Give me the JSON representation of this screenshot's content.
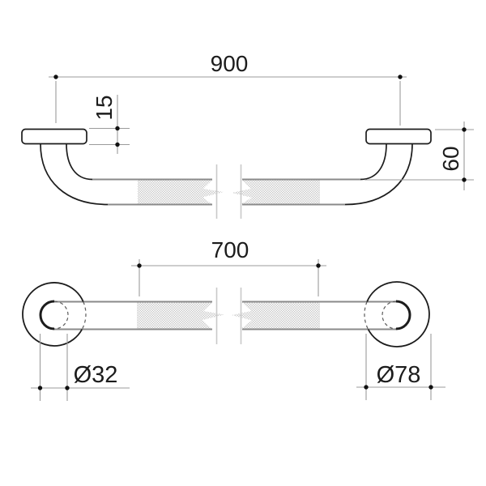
{
  "dims": {
    "overall_length": "900",
    "flange_thickness": "15",
    "wall_offset": "60",
    "grip_length": "700",
    "rail_diameter": "Ø32",
    "flange_diameter": "Ø78"
  },
  "colors": {
    "object_line": "#1c1c1c",
    "tube_line": "#8a8a8a",
    "dimension_line": "#9b9b9b",
    "break_line": "#c9c9c9",
    "hidden_line": "#5a5a5a",
    "hatch": "#cccccc",
    "text": "#1c1c1c",
    "background": "#ffffff"
  }
}
